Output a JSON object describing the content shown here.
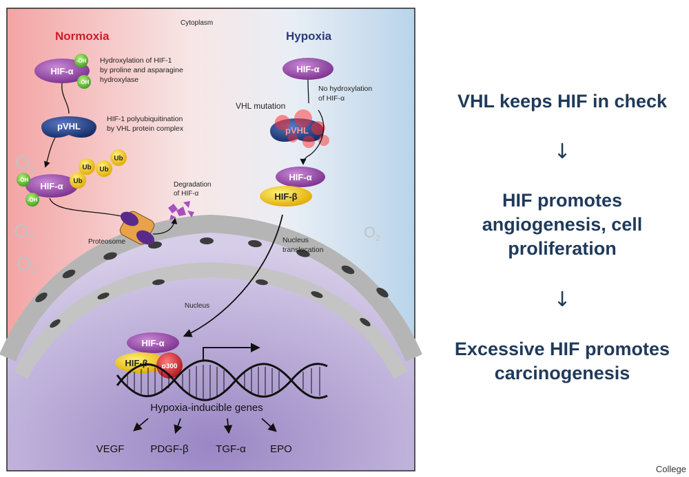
{
  "diagram": {
    "cytoplasm": "Cytoplasm",
    "normoxia": "Normoxia",
    "hypoxia": "Hypoxia",
    "hydroxylation_text": [
      "Hydroxylation of HIF-1",
      "by proline and asparagine",
      "hydroxylase"
    ],
    "polyub_text": [
      "HIF-1 polyubiquitination",
      "by VHL protein complex"
    ],
    "no_hydroxylation_text": [
      "No hydroxylation",
      "of HIF-α"
    ],
    "vhl_mutation": "VHL mutation",
    "degradation_text": [
      "Degradation",
      "of HIF-α"
    ],
    "proteosome": "Proteosome",
    "nucleus_translocation": [
      "Nucleus",
      "translocation"
    ],
    "nucleus": "Nucleus",
    "hif_alpha": "HIF-α",
    "hif_beta": "HIF-β",
    "pvhl": "pVHL",
    "oh": "-OH",
    "ub": "Ub",
    "p300": "p300",
    "o2": "O",
    "o2_sub": "2",
    "genes_title": "Hypoxia-inducible genes",
    "genes": [
      "VEGF",
      "PDGF-β",
      "TGF-α",
      "EPO"
    ]
  },
  "right_panel": {
    "line1": "VHL keeps HIF in check",
    "arrow1": "↓",
    "line2": [
      "HIF promotes",
      "angiogenesis, cell",
      "proliferation"
    ],
    "arrow2": "↓",
    "line3": [
      "Excessive HIF promotes",
      "carcinogenesis"
    ]
  },
  "footer": "College",
  "colors": {
    "hif_alpha": "#8a3c9a",
    "hif_beta": "#e6b800",
    "pvhl": "#1f3d78",
    "oh": "#5cb82e",
    "ub": "#e6b420",
    "p300": "#c81e2a",
    "title_normoxia": "#c8202a",
    "title_hypoxia": "#2a3a7a",
    "right_text": "#1f3a5a"
  }
}
